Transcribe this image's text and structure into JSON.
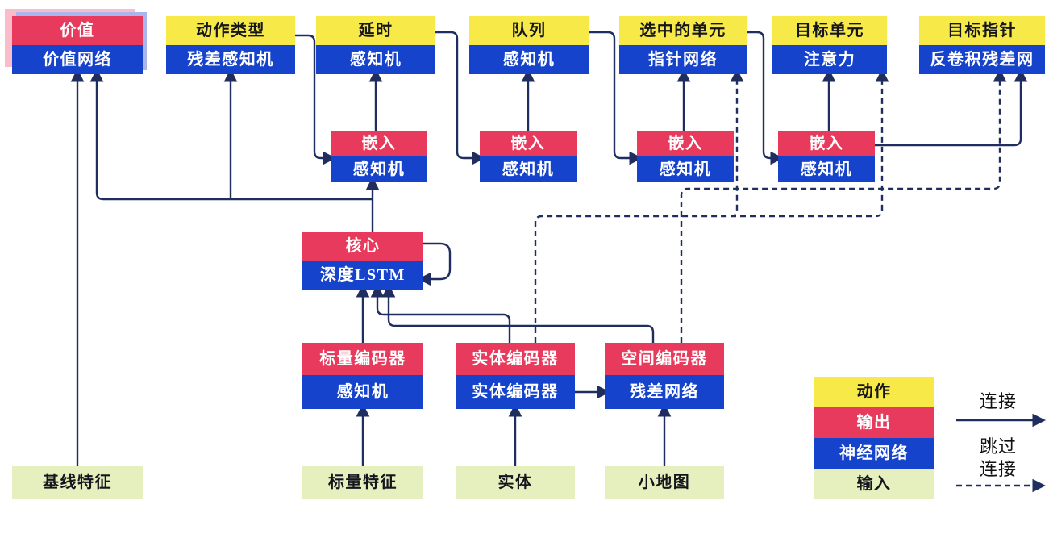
{
  "colors": {
    "yellow": "#F6E948",
    "red": "#E83A5D",
    "blue": "#1643CB",
    "green": "#E5F0BE",
    "arrow": "#1F2E5E",
    "pink": "#F8BCCB",
    "peri": "#A9B6EE"
  },
  "heads": [
    {
      "top": "价值",
      "bottom": "价值网络"
    },
    {
      "top": "动作类型",
      "bottom": "残差感知机"
    },
    {
      "top": "延时",
      "bottom": "感知机"
    },
    {
      "top": "队列",
      "bottom": "感知机"
    },
    {
      "top": "选中的单元",
      "bottom": "指针网络"
    },
    {
      "top": "目标单元",
      "bottom": "注意力"
    },
    {
      "top": "目标指针",
      "bottom": "反卷积残差网"
    }
  ],
  "embeds": [
    {
      "top": "嵌入",
      "bottom": "感知机"
    },
    {
      "top": "嵌入",
      "bottom": "感知机"
    },
    {
      "top": "嵌入",
      "bottom": "感知机"
    },
    {
      "top": "嵌入",
      "bottom": "感知机"
    }
  ],
  "core": {
    "top": "核心",
    "bottom": "深度LSTM"
  },
  "encoders": [
    {
      "top": "标量编码器",
      "bottom": "感知机"
    },
    {
      "top": "实体编码器",
      "bottom": "实体编码器"
    },
    {
      "top": "空间编码器",
      "bottom": "残差网络"
    }
  ],
  "inputs": [
    "基线特征",
    "标量特征",
    "实体",
    "小地图"
  ],
  "legend": {
    "items": [
      {
        "label": "动作"
      },
      {
        "label": "输出"
      },
      {
        "label": "神经网络"
      },
      {
        "label": "输入"
      }
    ],
    "connection": "连接",
    "skip_line1": "跳过",
    "skip_line2": "连接"
  }
}
